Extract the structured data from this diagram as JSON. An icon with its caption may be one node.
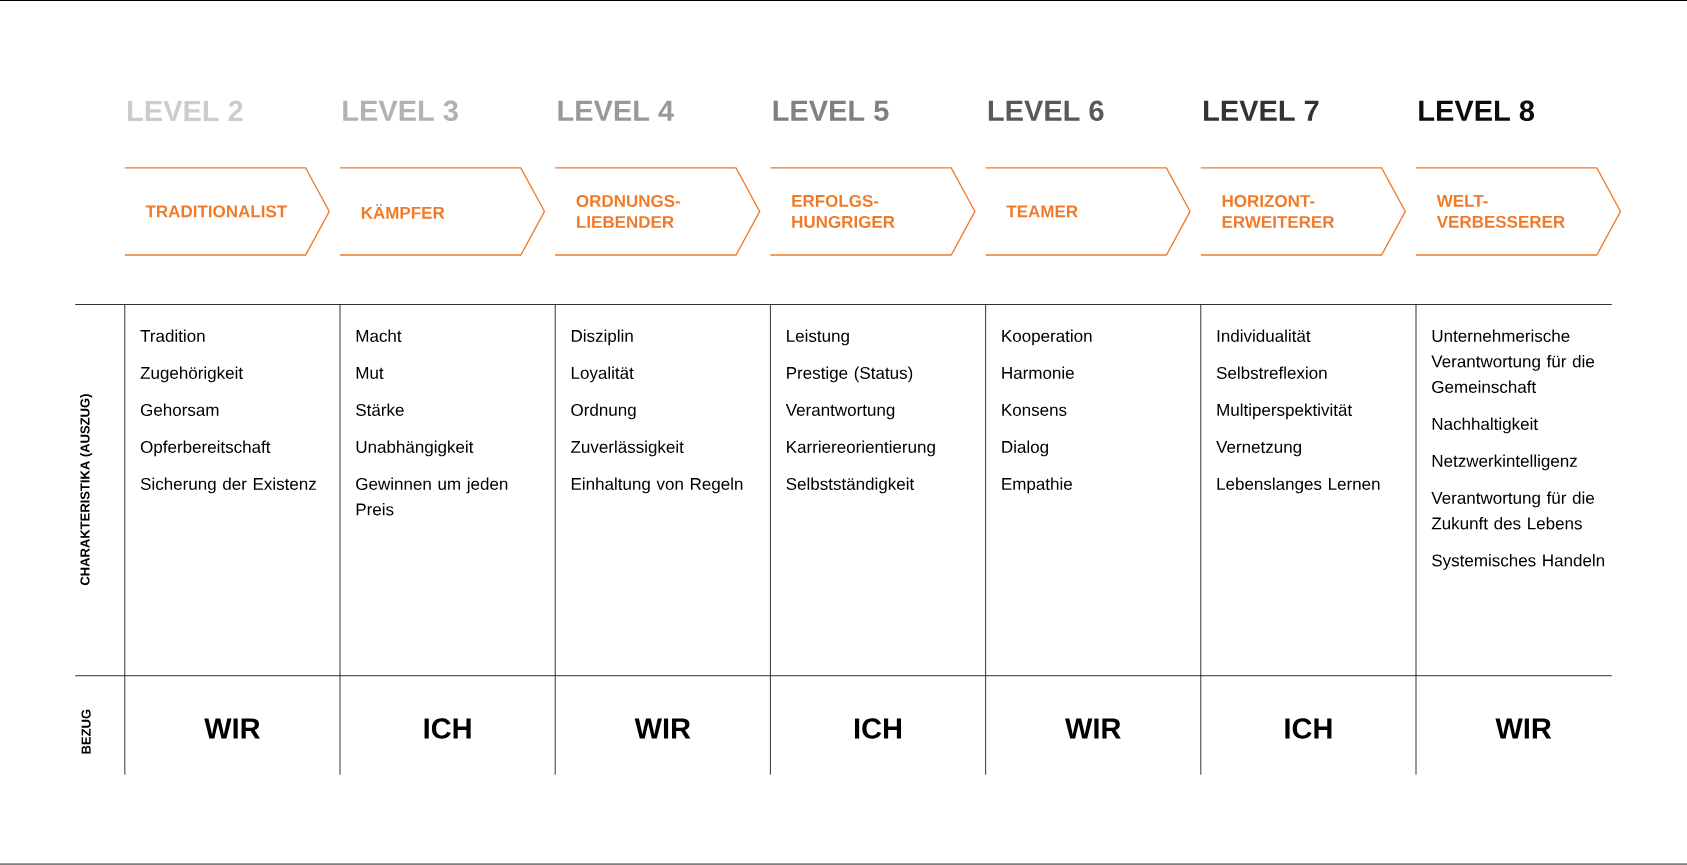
{
  "diagram": {
    "nodes": [
      {
        "text": [
          "LEVEL 2",
          "TRADITIONALIST"
        ]
      },
      {
        "text": [
          "LEVEL 3",
          "KÄMPFER"
        ]
      },
      {
        "text": [
          "LEVEL 4",
          "ORDNUNGS- LIEBENDER"
        ]
      },
      {
        "text": [
          "LEVEL 5",
          "ERFOLGS- HUNGRIGER"
        ]
      },
      {
        "text": [
          "LEVEL 6",
          "TEAMER"
        ]
      },
      {
        "text": [
          "LEVEL 7",
          "HORIZONT- ERWEITERER"
        ]
      },
      {
        "text": [
          "LEVEL 8",
          "WELT- VERBESSERER"
        ]
      },
      {
        "text": [
          "Tradition",
          "Zugehörigkeit",
          "Gehorsam",
          "Opferbereitschaft",
          "Sicherung der Existenz"
        ]
      },
      {
        "text": [
          "Macht",
          "Mut",
          "Stärke",
          "Unabhängigkeit",
          "Gewinnen um jeden Preis"
        ]
      },
      {
        "text": [
          "Disziplin",
          "Loyalität",
          "Ordnung",
          "Zuverlässigkeit",
          "Einhaltung von Regeln"
        ]
      },
      {
        "text": [
          "Leistung",
          "Prestige (Status)",
          "Verantwortung",
          "Karriereorientierung",
          "Selbstständigkeit"
        ]
      },
      {
        "text": [
          "Kooperation",
          "Harmonie",
          "Konsens",
          "Dialog",
          "Empathie"
        ]
      },
      {
        "text": [
          "Individualität",
          "Selbstreflexion",
          "Multiperspektivität",
          "Vernetzung",
          "Lebenslanges Lernen"
        ]
      },
      {
        "text": [
          "Unternehmerische Verantwortung für die Gemeinschaft",
          "Nachhaltigkeit",
          "Netzwerkintelligenz",
          "Verantwortung für die Zukunft des Lebens",
          "Systemisches Handeln"
        ]
      },
      {
        "text": [
          "WIR"
        ]
      },
      {
        "text": [
          "ICH"
        ]
      },
      {
        "text": [
          "WIR"
        ]
      },
      {
        "text": [
          "ICH"
        ]
      },
      {
        "text": [
          "WIR"
        ]
      },
      {
        "text": [
          "ICH"
        ]
      },
      {
        "text": [
          "WIR"
        ]
      }
    ],
    "labels": [
      "CHARAKTERISTIKA (AUSZUG)",
      "BEZUG"
    ]
  }
}
